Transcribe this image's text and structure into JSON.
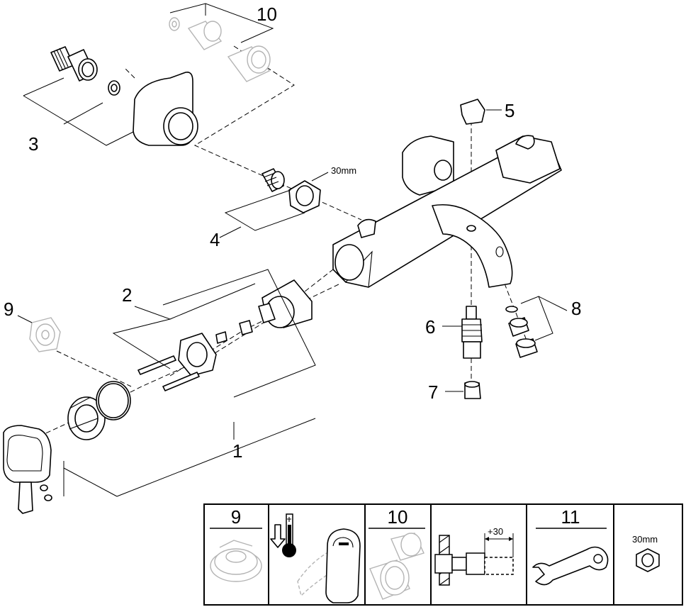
{
  "callouts": {
    "c1": "1",
    "c2": "2",
    "c3": "3",
    "c4": "4",
    "c5": "5",
    "c6": "6",
    "c7": "7",
    "c8": "8",
    "c9": "9",
    "c10": "10",
    "wrench_size": "30mm"
  },
  "accessory_panel": {
    "cell1_label": "9",
    "cell3_label": "10",
    "extension_label": "+30",
    "cell5_label": "11",
    "cell6_label": "30mm"
  }
}
